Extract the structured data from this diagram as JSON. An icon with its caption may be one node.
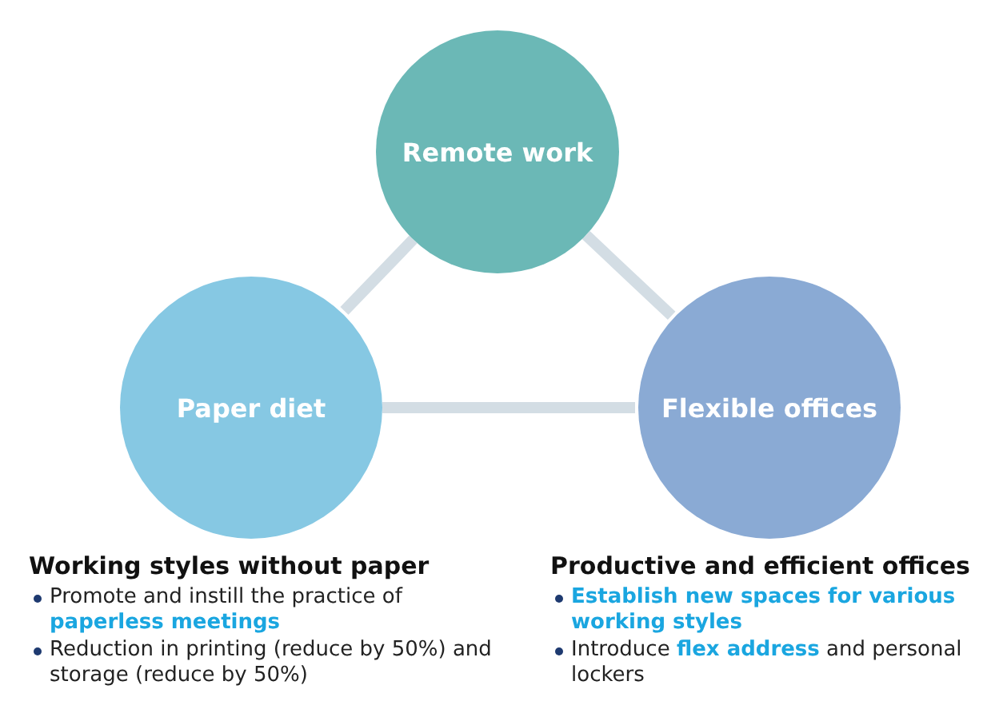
{
  "diagram": {
    "nodes": [
      {
        "text": [
          "Remote work"
        ]
      },
      {
        "text": [
          "Paper diet"
        ],
        "beside": [
          "Working styles without paper",
          "Promote and instill the practice of **paperless meetings**",
          "Reduction in printing (reduce by 50%) and storage (reduce by 50%)"
        ]
      },
      {
        "text": [
          "Flexible offices"
        ],
        "beside": [
          "Productive and efficient offices",
          "**Establish new spaces for various working styles**",
          "Introduce **flex address** and personal lockers"
        ]
      }
    ],
    "edges": [
      {
        "from": 0,
        "to": 1,
        "arrow": "none"
      },
      {
        "from": 0,
        "to": 2,
        "arrow": "none"
      },
      {
        "from": 1,
        "to": 2,
        "arrow": "none"
      }
    ]
  }
}
